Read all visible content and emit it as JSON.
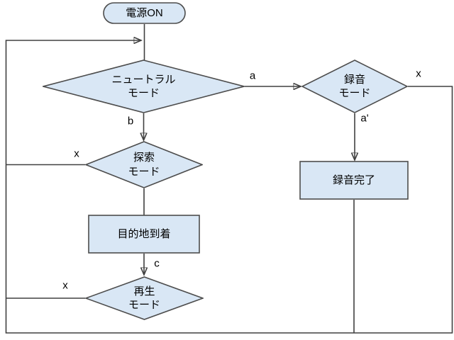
{
  "diagram": {
    "type": "flowchart",
    "nodes": [
      {
        "id": "power-on",
        "shape": "terminator",
        "label": "電源ON"
      },
      {
        "id": "neutral-mode",
        "shape": "decision",
        "label": "ニュートラル\nモード"
      },
      {
        "id": "record-mode",
        "shape": "decision",
        "label": "録音\nモード"
      },
      {
        "id": "record-complete",
        "shape": "process",
        "label": "録音完了"
      },
      {
        "id": "search-mode",
        "shape": "decision",
        "label": "探索\nモード"
      },
      {
        "id": "destination-arrival",
        "shape": "process",
        "label": "目的地到着"
      },
      {
        "id": "play-mode",
        "shape": "decision",
        "label": "再生\nモード"
      }
    ],
    "edge_labels": {
      "a": "a",
      "x_record": "x",
      "a_prime": "a'",
      "b": "b",
      "x_search": "x",
      "c": "c",
      "x_play": "x"
    },
    "edges": [
      {
        "from": "power-on",
        "to": "neutral-mode",
        "label": ""
      },
      {
        "from": "neutral-mode",
        "to": "record-mode",
        "label": "a"
      },
      {
        "from": "neutral-mode",
        "to": "search-mode",
        "label": "b"
      },
      {
        "from": "record-mode",
        "to": "record-complete",
        "label": "a'"
      },
      {
        "from": "record-mode",
        "to": "neutral-mode",
        "label": "x"
      },
      {
        "from": "record-complete",
        "to": "neutral-mode",
        "label": ""
      },
      {
        "from": "search-mode",
        "to": "destination-arrival",
        "label": ""
      },
      {
        "from": "search-mode",
        "to": "neutral-mode",
        "label": "x"
      },
      {
        "from": "destination-arrival",
        "to": "play-mode",
        "label": "c"
      },
      {
        "from": "play-mode",
        "to": "neutral-mode",
        "label": "x"
      }
    ],
    "colors": {
      "node_fill": "#d9e7f5",
      "node_stroke": "#4d4d4d",
      "connector": "#404040",
      "text": "#000000"
    }
  }
}
